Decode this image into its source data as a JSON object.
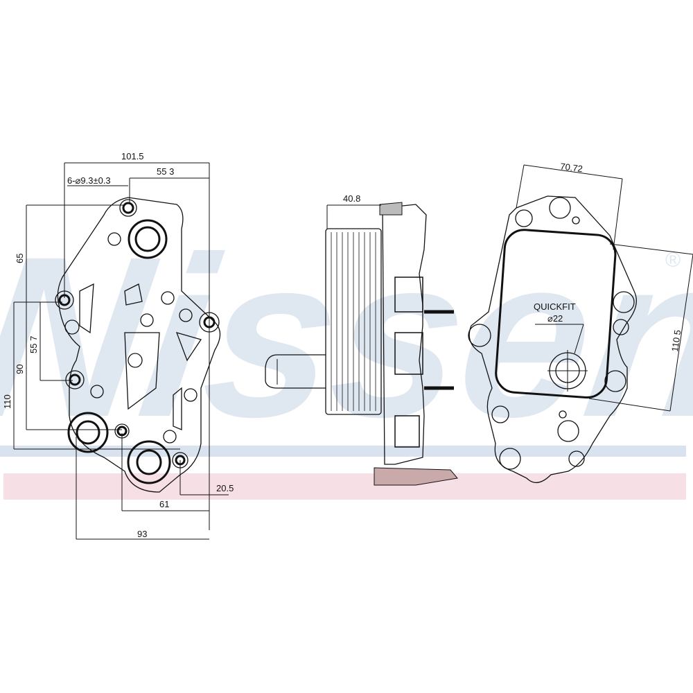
{
  "watermark": {
    "brand": "Nissens",
    "registered": "®",
    "band_color_blue": "#d6e1ee",
    "band_color_pink": "#f6dde3"
  },
  "front_view": {
    "dims": {
      "overall_width": "101.5",
      "hole_offset": "55 3",
      "holes_spec": "6-⌀9.3±0.3",
      "v65": "65",
      "v55_7": "55 7",
      "v90": "90",
      "v110": "110",
      "h20_5": "20.5",
      "h61": "61",
      "h93": "93"
    }
  },
  "side_view": {
    "dims": {
      "depth": "40.8"
    }
  },
  "rear_view": {
    "dims": {
      "width": "70.72",
      "height": "110 5"
    },
    "connector_label": "QUICKFIT",
    "connector_diameter": "⌀22"
  }
}
